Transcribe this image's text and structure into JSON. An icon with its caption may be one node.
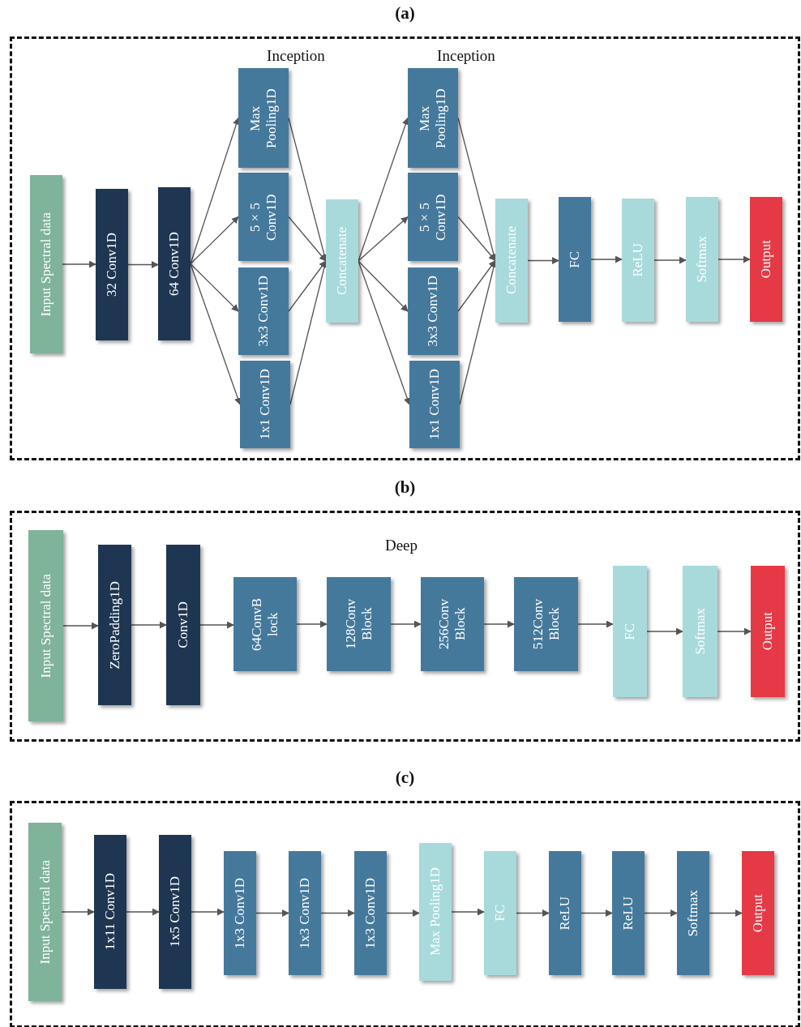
{
  "diagram": {
    "nodes": [
      {
        "text": [
          "(a)"
        ]
      },
      {
        "text": [
          "Input Spectral data"
        ],
        "in": 0
      },
      {
        "text": [
          "32 Conv1D"
        ],
        "in": 0
      },
      {
        "text": [
          "64 Conv1D"
        ],
        "in": 0
      },
      {
        "text": [
          "Max Pooling1D"
        ],
        "in": 0
      },
      {
        "text": [
          "5×5 Conv1D"
        ],
        "in": 0
      },
      {
        "text": [
          "3x3 Conv1D"
        ],
        "in": 0
      },
      {
        "text": [
          "1x1 Conv1D"
        ],
        "in": 0
      },
      {
        "text": [
          "Concatenate"
        ],
        "in": 0
      },
      {
        "text": [
          "Max Pooling1D"
        ],
        "in": 0
      },
      {
        "text": [
          "5×5 Conv1D"
        ],
        "in": 0
      },
      {
        "text": [
          "3x3 Conv1D"
        ],
        "in": 0
      },
      {
        "text": [
          "1x1 Conv1D"
        ],
        "in": 0
      },
      {
        "text": [
          "Concatenate"
        ],
        "in": 0
      },
      {
        "text": [
          "FC"
        ],
        "in": 0
      },
      {
        "text": [
          "ReLU"
        ],
        "in": 0
      },
      {
        "text": [
          "Softmax"
        ],
        "in": 0
      },
      {
        "text": [
          "Output"
        ],
        "in": 0
      },
      {
        "text": [
          "(b)"
        ]
      },
      {
        "text": [
          "Input Spectral data"
        ],
        "in": 18
      },
      {
        "text": [
          "ZeroPadding1D"
        ],
        "in": 18
      },
      {
        "text": [
          "Conv1D"
        ],
        "in": 18
      },
      {
        "text": [
          "64ConvB lock"
        ],
        "in": 18
      },
      {
        "text": [
          "128Conv Block"
        ],
        "in": 18
      },
      {
        "text": [
          "256Conv Block"
        ],
        "in": 18
      },
      {
        "text": [
          "512Conv Block"
        ],
        "in": 18
      },
      {
        "text": [
          "FC"
        ],
        "in": 18
      },
      {
        "text": [
          "Softmax"
        ],
        "in": 18
      },
      {
        "text": [
          "Output"
        ],
        "in": 18
      },
      {
        "text": [
          "(c)"
        ]
      },
      {
        "text": [
          "Input Spectral data"
        ],
        "in": 29
      },
      {
        "text": [
          "1x11 Conv1D"
        ],
        "in": 29
      },
      {
        "text": [
          "1x5 Conv1D"
        ],
        "in": 29
      },
      {
        "text": [
          "1x3 Conv1D"
        ],
        "in": 29
      },
      {
        "text": [
          "1x3 Conv1D"
        ],
        "in": 29
      },
      {
        "text": [
          "1x3 Conv1D"
        ],
        "in": 29
      },
      {
        "text": [
          "Max Pooling1D"
        ],
        "in": 29
      },
      {
        "text": [
          "FC"
        ],
        "in": 29
      },
      {
        "text": [
          "ReLU"
        ],
        "in": 29
      },
      {
        "text": [
          "ReLU"
        ],
        "in": 29
      },
      {
        "text": [
          "Softmax"
        ],
        "in": 29
      },
      {
        "text": [
          "Output"
        ],
        "in": 29
      }
    ],
    "edges": [
      {
        "from": 1,
        "to": 2,
        "arrow": "to"
      },
      {
        "from": 2,
        "to": 3,
        "arrow": "to"
      },
      {
        "from": 3,
        "to": 4,
        "arrow": "to"
      },
      {
        "from": 3,
        "to": 5,
        "arrow": "to"
      },
      {
        "from": 3,
        "to": 6,
        "arrow": "to"
      },
      {
        "from": 3,
        "to": 7,
        "arrow": "to"
      },
      {
        "from": 4,
        "to": 8,
        "arrow": "to"
      },
      {
        "from": 5,
        "to": 8,
        "arrow": "to"
      },
      {
        "from": 6,
        "to": 8,
        "arrow": "to"
      },
      {
        "from": 7,
        "to": 8,
        "arrow": "to"
      },
      {
        "from": 8,
        "to": 9,
        "arrow": "to"
      },
      {
        "from": 8,
        "to": 10,
        "arrow": "to"
      },
      {
        "from": 8,
        "to": 11,
        "arrow": "to"
      },
      {
        "from": 8,
        "to": 12,
        "arrow": "to"
      },
      {
        "from": 9,
        "to": 13,
        "arrow": "to"
      },
      {
        "from": 10,
        "to": 13,
        "arrow": "to"
      },
      {
        "from": 11,
        "to": 13,
        "arrow": "to"
      },
      {
        "from": 12,
        "to": 13,
        "arrow": "to"
      },
      {
        "from": 13,
        "to": 14,
        "arrow": "to"
      },
      {
        "from": 14,
        "to": 15,
        "arrow": "to"
      },
      {
        "from": 15,
        "to": 16,
        "arrow": "to"
      },
      {
        "from": 16,
        "to": 17,
        "arrow": "to"
      },
      {
        "from": 19,
        "to": 20,
        "arrow": "to"
      },
      {
        "from": 20,
        "to": 21,
        "arrow": "to"
      },
      {
        "from": 21,
        "to": 22,
        "arrow": "to"
      },
      {
        "from": 22,
        "to": 23,
        "arrow": "to"
      },
      {
        "from": 23,
        "to": 24,
        "arrow": "to"
      },
      {
        "from": 24,
        "to": 25,
        "arrow": "to"
      },
      {
        "from": 25,
        "to": 26,
        "arrow": "to"
      },
      {
        "from": 26,
        "to": 27,
        "arrow": "to"
      },
      {
        "from": 27,
        "to": 28,
        "arrow": "to"
      },
      {
        "from": 30,
        "to": 31,
        "arrow": "to"
      },
      {
        "from": 31,
        "to": 32,
        "arrow": "to"
      },
      {
        "from": 32,
        "to": 33,
        "arrow": "to"
      },
      {
        "from": 33,
        "to": 34,
        "arrow": "to"
      },
      {
        "from": 34,
        "to": 35,
        "arrow": "to"
      },
      {
        "from": 35,
        "to": 36,
        "arrow": "to"
      },
      {
        "from": 36,
        "to": 37,
        "arrow": "to"
      },
      {
        "from": 37,
        "to": 38,
        "arrow": "to"
      },
      {
        "from": 38,
        "to": 39,
        "arrow": "to"
      },
      {
        "from": 39,
        "to": 40,
        "arrow": "to"
      },
      {
        "from": 40,
        "to": 41,
        "arrow": "to"
      }
    ],
    "labels": [
      "Inception",
      "Inception",
      "Deep"
    ]
  }
}
